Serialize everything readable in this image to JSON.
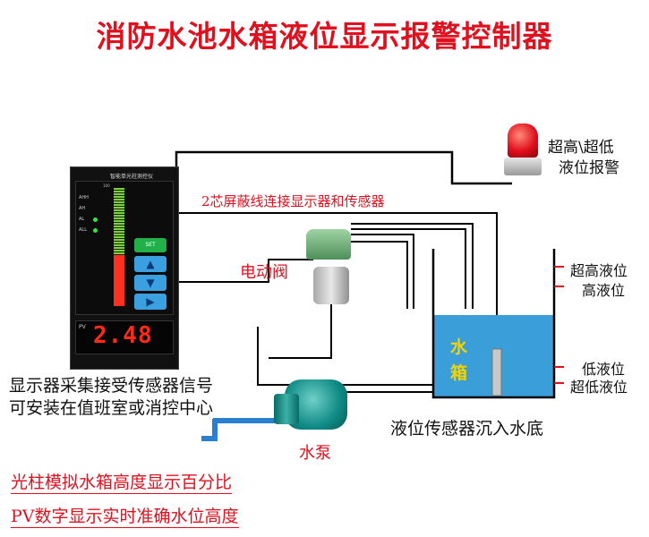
{
  "title": "消防水池水箱液位显示报警控制器",
  "alarm_label": [
    "超高\\超低",
    "液位报警"
  ],
  "cable_label": "2芯屏蔽线连接显示器和传感器",
  "valve_label": "电动阀",
  "tank_label": [
    "水",
    "箱"
  ],
  "levels": [
    "超高液位",
    "高液位",
    "低液位",
    "超低液位"
  ],
  "sensor_label": "液位传感器沉入水底",
  "pump_label": "水泵",
  "display_desc": [
    "显示器采集接受传感器信号",
    "可安装在值班室或消控中心"
  ],
  "features": [
    "光柱模拟水箱高度显示百分比",
    "PV数字显示实时准确水位高度"
  ],
  "controller": {
    "model_title": "智能单光柱测控仪",
    "indicators": [
      "AHH",
      "AH",
      "AL",
      "ALL"
    ],
    "scale_top": "100",
    "set_button": "SET",
    "pv_label": "PV",
    "pv_value": "2.48"
  },
  "colors": {
    "accent": "#e0101e",
    "water": "#3a9fd8",
    "pipe": "#000000"
  }
}
